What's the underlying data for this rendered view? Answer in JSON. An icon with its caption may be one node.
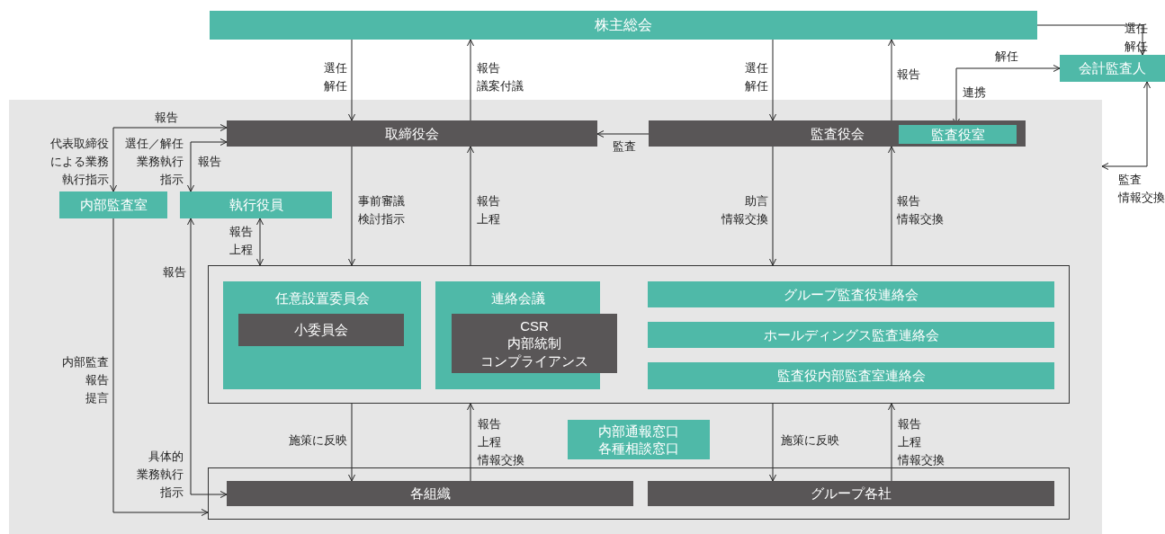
{
  "diagram": {
    "nodes": [
      {
        "text": [
          "株主総会"
        ]
      },
      {
        "text": [
          "会計監査人"
        ]
      },
      {
        "text": [],
        "shape": "box"
      },
      {
        "text": [
          "取締役会"
        ],
        "in": 2
      },
      {
        "text": [
          "監査役会"
        ],
        "in": 2
      },
      {
        "text": [
          "監査役室"
        ],
        "in": 4
      },
      {
        "text": [
          "内部監査室"
        ],
        "in": 2
      },
      {
        "text": [
          "執行役員"
        ],
        "in": 2
      },
      {
        "text": [],
        "shape": "box",
        "in": 2
      },
      {
        "text": [
          "任意設置委員会"
        ],
        "in": 8
      },
      {
        "text": [
          "小委員会"
        ],
        "in": 9
      },
      {
        "text": [
          "連絡会議"
        ],
        "in": 8
      },
      {
        "text": [
          "CSR",
          "内部統制",
          "コンプライアンス"
        ],
        "in": 11
      },
      {
        "text": [
          "グループ監査役連絡会"
        ],
        "in": 8
      },
      {
        "text": [
          "ホールディングス監査連絡会"
        ],
        "in": 8
      },
      {
        "text": [
          "監査役内部監査室連絡会"
        ],
        "in": 8
      },
      {
        "text": [
          "内部通報窓口",
          "各種相談窓口"
        ],
        "in": 2
      },
      {
        "text": [],
        "shape": "box",
        "in": 2
      },
      {
        "text": [
          "各組織"
        ],
        "in": 17
      },
      {
        "text": [
          "グループ各社"
        ],
        "in": 17
      }
    ],
    "edges": [
      {
        "from": 0,
        "to": 3,
        "arrow": "to",
        "label": "選任解任"
      },
      {
        "from": 3,
        "to": 0,
        "arrow": "to",
        "label": "報告議案付議"
      },
      {
        "from": 0,
        "to": 4,
        "arrow": "to",
        "label": "選任解任"
      },
      {
        "from": 4,
        "to": 0,
        "arrow": "to",
        "label": "報告"
      },
      {
        "from": 0,
        "to": 1,
        "arrow": "to",
        "label": "選任解任"
      },
      {
        "from": 5,
        "to": 1,
        "arrow": "both",
        "label": "解任"
      },
      {
        "from": 1,
        "to": 2,
        "arrow": "both",
        "label": "監査情報交換"
      },
      {
        "from": 4,
        "to": 3,
        "arrow": "to",
        "label": "監査"
      },
      {
        "from": 3,
        "to": 8,
        "arrow": "to",
        "label": "事前審議検討指示"
      },
      {
        "from": 8,
        "to": 3,
        "arrow": "to",
        "label": "報告上程"
      },
      {
        "from": 4,
        "to": 8,
        "arrow": "to",
        "label": "助言情報交換"
      },
      {
        "from": 8,
        "to": 4,
        "arrow": "to",
        "label": "報告情報交換"
      },
      {
        "from": 7,
        "to": 8,
        "arrow": "both",
        "label": "報告上程"
      },
      {
        "from": 6,
        "to": 3,
        "arrow": "both",
        "label": "報告"
      },
      {
        "from": 3,
        "to": 7,
        "arrow": "both",
        "label": "選任／解任業務執行指示"
      },
      {
        "from": 18,
        "to": 7,
        "arrow": "both",
        "label": "具体的業務執行指示"
      },
      {
        "from": 6,
        "to": 17,
        "arrow": "to",
        "label": "内部監査報告提言"
      },
      {
        "from": 8,
        "to": 18,
        "arrow": "to",
        "label": "施策に反映"
      },
      {
        "from": 18,
        "to": 8,
        "arrow": "to",
        "label": "報告上程情報交換"
      },
      {
        "from": 8,
        "to": 19,
        "arrow": "to",
        "label": "施策に反映"
      },
      {
        "from": 19,
        "to": 8,
        "arrow": "to",
        "label": "報告上程情報交換"
      }
    ],
    "labels": [
      "連携",
      "代表取締役による業務執行指示",
      "報告",
      "報告"
    ]
  }
}
